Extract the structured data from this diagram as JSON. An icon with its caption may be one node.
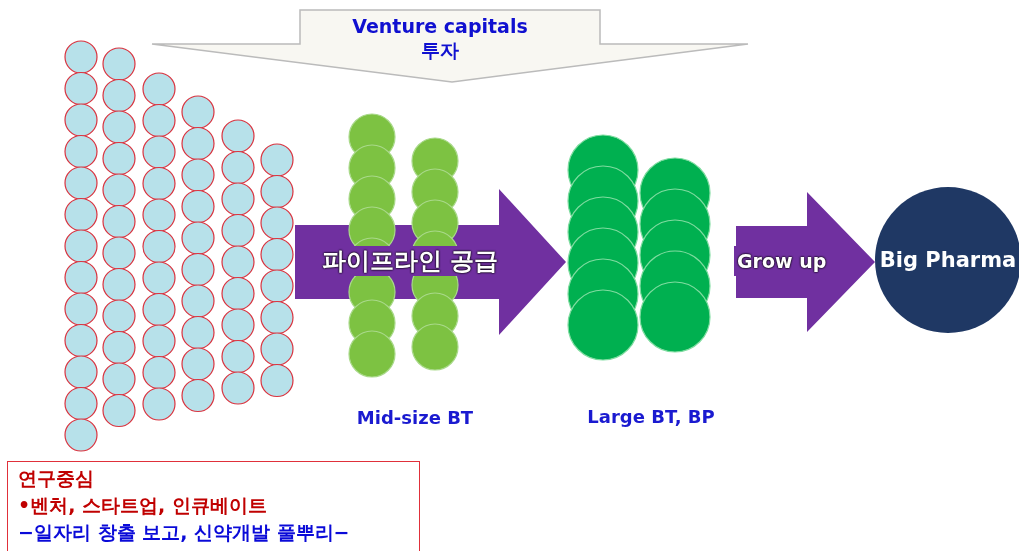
{
  "diagram": {
    "nodes": [
      {
        "text": [
          "Venture capitals 투자"
        ]
      },
      {
        "text": [],
        "shape": "picture"
      },
      {
        "text": [],
        "shape": "picture",
        "beside": [
          "Mid-size BT"
        ]
      },
      {
        "text": [],
        "shape": "picture",
        "beside": [
          "Large BT, BP"
        ]
      },
      {
        "text": [
          "Big Pharma"
        ]
      },
      {
        "text": [
          "연구중심",
          "•벤처, 스타트업, 인큐베이트",
          "−일자리 창출 보고, 신약개발 풀뿌리−"
        ]
      }
    ],
    "edges": [
      {
        "from": 1,
        "to": 3,
        "arrow": "to",
        "label": "파이프라인 공급"
      },
      {
        "from": 3,
        "to": 4,
        "arrow": "to",
        "label": "Grow up"
      }
    ]
  }
}
